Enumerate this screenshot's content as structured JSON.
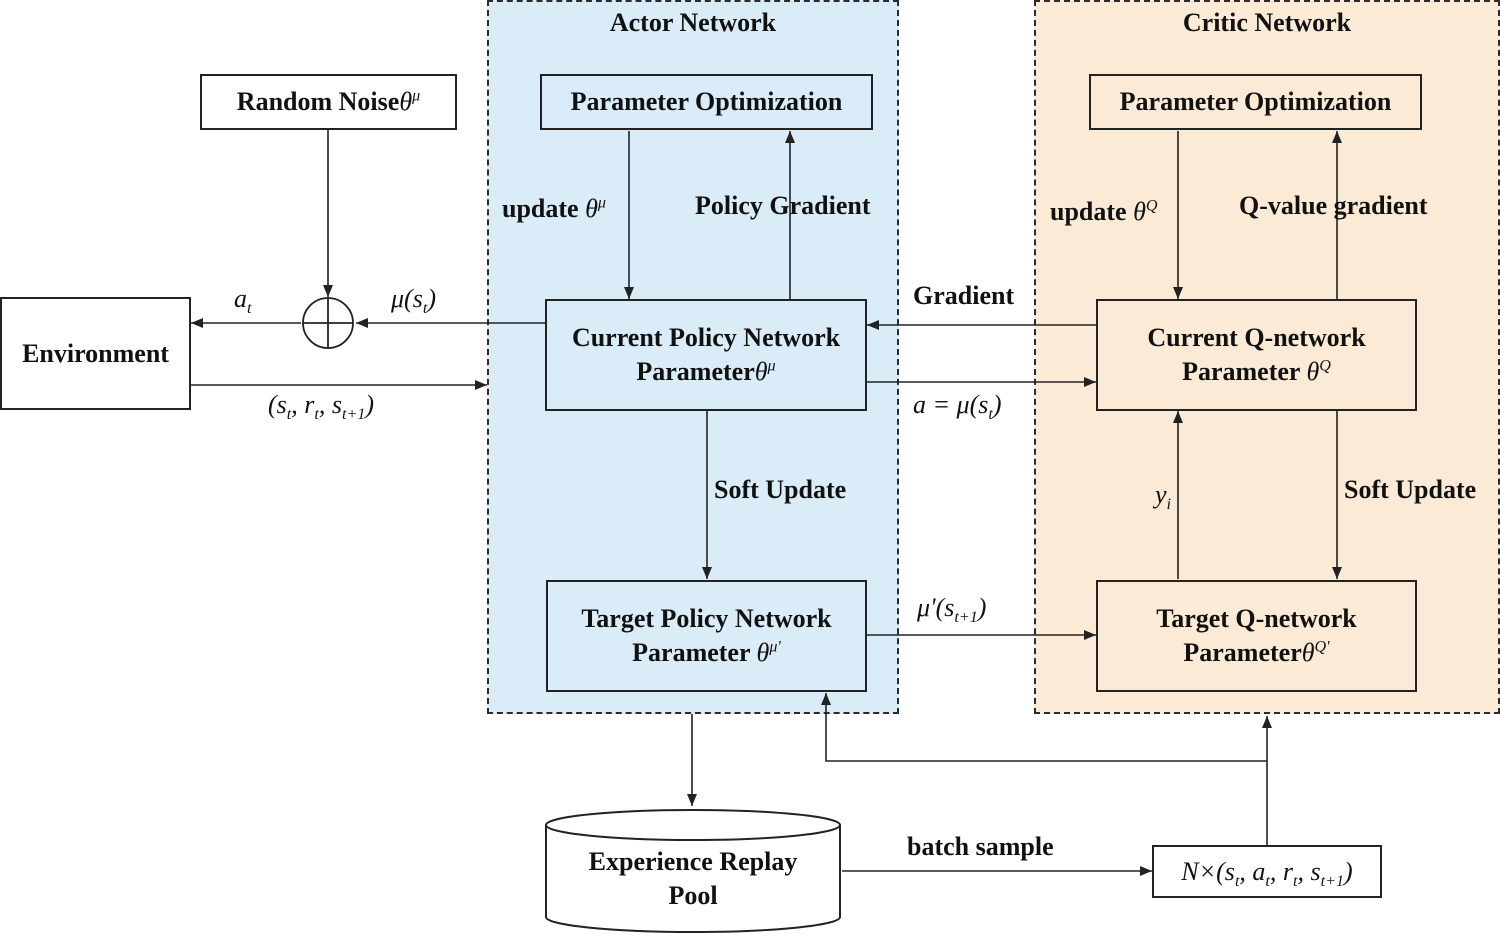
{
  "colors": {
    "actor_bg": "#d9ecf8",
    "critic_bg": "#fbebd6",
    "line": "#222222"
  },
  "regions": {
    "actor_title": "Actor Network",
    "critic_title": "Critic Network"
  },
  "nodes": {
    "random_noise": "Random Noise",
    "environment": "Environment",
    "actor_param_opt": "Parameter Optimization",
    "critic_param_opt": "Parameter Optimization",
    "current_policy_line1": "Current Policy Network",
    "current_policy_line2": "Parameter",
    "target_policy_line1": "Target Policy Network",
    "target_policy_line2": "Parameter",
    "current_q_line1": "Current Q-network",
    "current_q_line2": "Parameter",
    "target_q_line1": "Target Q-network",
    "target_q_line2": "Parameter",
    "replay_line1": "Experience Replay",
    "replay_line2": "Pool"
  },
  "edge_labels": {
    "update_actor": "update",
    "policy_gradient": "Policy Gradient",
    "update_critic": "update",
    "q_value_gradient": "Q-value gradient",
    "gradient": "Gradient",
    "soft_update_actor": "Soft Update",
    "soft_update_critic": "Soft Update",
    "batch_sample": "batch sample"
  }
}
